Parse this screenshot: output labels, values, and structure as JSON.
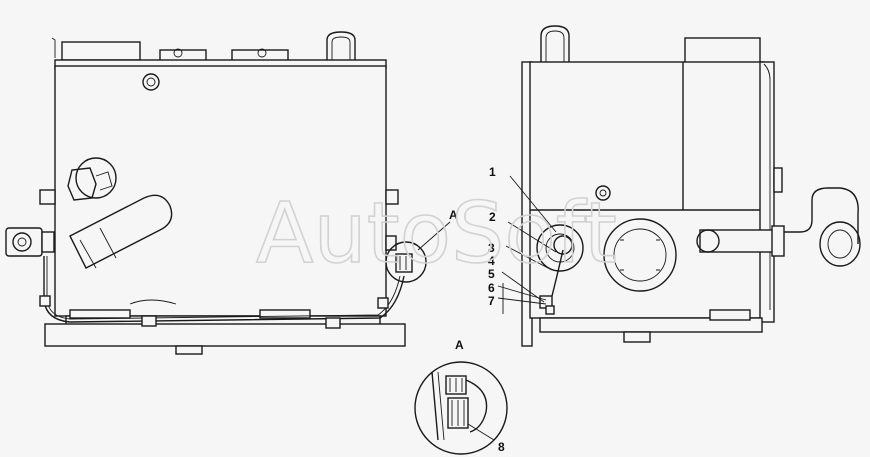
{
  "watermark": "AutoSoft",
  "callouts": {
    "view_a_marker": "A",
    "view_a_title": "A",
    "n1": "1",
    "n2": "2",
    "n3": "3",
    "n4": "4",
    "n5": "5",
    "n6": "6",
    "n7": "7",
    "n8": "8"
  }
}
